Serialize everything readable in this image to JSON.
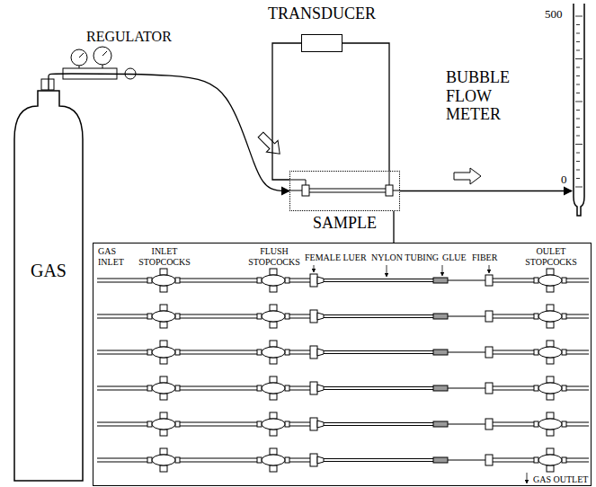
{
  "diagram": {
    "nodes": [
      {
        "text": [
          "GAS"
        ]
      },
      {
        "text": [
          "TRANSDUCER"
        ]
      },
      {
        "text": [
          "SAMPLE"
        ]
      },
      {
        "text": [
          "BUBBLE FLOW METER"
        ]
      },
      {
        "text": [
          "GAS INLET",
          "INLET STOPCOCKS",
          "FLUSH STOPCOCKS",
          "FEMALE LUER",
          "NYLON TUBING",
          "GLUE",
          "FIBER",
          "OULET STOPCOCKS",
          "GAS OUTLET"
        ]
      }
    ],
    "edges": [
      {
        "from": 0,
        "to": 2,
        "arrow": "to"
      },
      {
        "from": 1,
        "to": 2,
        "arrow": "none"
      },
      {
        "from": 1,
        "to": 2,
        "arrow": "none"
      },
      {
        "from": 2,
        "to": 3,
        "arrow": "to"
      },
      {
        "from": 2,
        "to": 4,
        "arrow": "none"
      }
    ],
    "labels": [
      "REGULATOR",
      "500",
      "0"
    ]
  }
}
